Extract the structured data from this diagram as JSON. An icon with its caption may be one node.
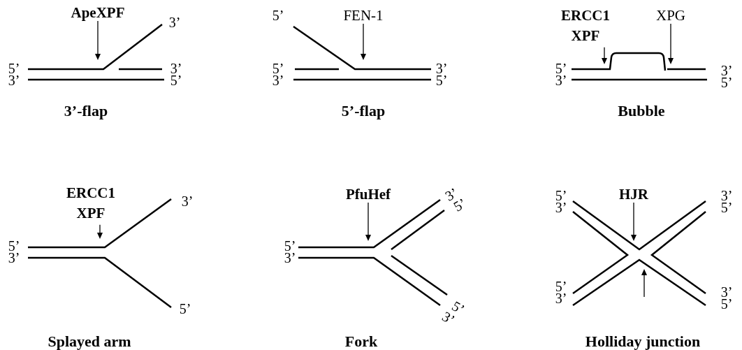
{
  "diagram": {
    "nodes": [
      {
        "text": [
          "ApeXPF"
        ]
      },
      {
        "text": [],
        "shape": "picture",
        "beside": [
          "3’-flap"
        ]
      },
      {
        "text": [
          "FEN-1"
        ]
      },
      {
        "text": [],
        "shape": "picture",
        "beside": [
          "5’-flap"
        ]
      },
      {
        "text": [
          "ERCC1 XPF"
        ]
      },
      {
        "text": [
          "XPG"
        ]
      },
      {
        "text": [],
        "shape": "picture",
        "beside": [
          "Bubble"
        ]
      },
      {
        "text": [
          "ERCC1 XPF"
        ]
      },
      {
        "text": [],
        "shape": "picture",
        "beside": [
          "Splayed arm"
        ]
      },
      {
        "text": [
          "PfuHef"
        ]
      },
      {
        "text": [],
        "shape": "picture",
        "beside": [
          "Fork"
        ]
      },
      {
        "text": [
          "HJR"
        ]
      },
      {
        "text": [],
        "shape": "picture",
        "beside": [
          "Holliday junction"
        ]
      }
    ],
    "edges": [
      {
        "from": 0,
        "to": 1,
        "arrow": "to"
      },
      {
        "from": 2,
        "to": 3,
        "arrow": "to"
      },
      {
        "from": 4,
        "to": 6,
        "arrow": "to"
      },
      {
        "from": 5,
        "to": 6,
        "arrow": "to"
      },
      {
        "from": 7,
        "to": 8,
        "arrow": "to"
      },
      {
        "from": 9,
        "to": 10,
        "arrow": "to"
      },
      {
        "from": 11,
        "to": 12,
        "arrow": "to"
      }
    ],
    "labels": [
      "3’",
      "5’",
      "3’",
      "3’",
      "5’",
      "5’",
      "5’",
      "3’",
      "3’",
      "5’",
      "5’",
      "3’",
      "3’",
      "5’",
      "3’",
      "5’",
      "3’",
      "5’",
      "3’",
      "5’",
      "5’",
      "3’",
      "5’",
      "3’",
      "5’",
      "3’",
      "3’",
      "5’",
      "5’",
      "3’",
      "3’",
      "5’"
    ]
  }
}
